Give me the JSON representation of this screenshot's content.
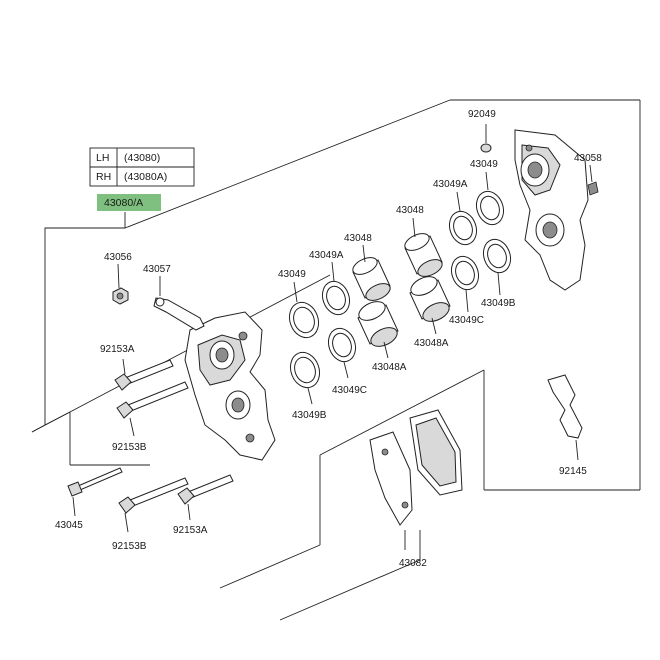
{
  "assembly_table": {
    "rows": [
      {
        "side": "LH",
        "part": "(43080)"
      },
      {
        "side": "RH",
        "part": "(43080A)"
      }
    ],
    "assembly_number": "43080/A",
    "highlight_color": "#7fbf7f"
  },
  "part_labels": {
    "p92049": "92049",
    "p43049_top": "43049",
    "p43058": "43058",
    "p43049A_r": "43049A",
    "p43048_r": "43048",
    "p43048_l": "43048",
    "p43049A_l": "43049A",
    "p43049_l": "43049",
    "p43056": "43056",
    "p43057": "43057",
    "p43049B_r": "43049B",
    "p43049C_r": "43049C",
    "p43048A_r": "43048A",
    "p43048A_l": "43048A",
    "p43049C_l": "43049C",
    "p43049B_l": "43049B",
    "p92153A_top": "92153A",
    "p92153B_mid": "92153B",
    "p43045": "43045",
    "p92153B_bot": "92153B",
    "p92153A_bot": "92153A",
    "p92145": "92145",
    "p43082": "43082"
  }
}
